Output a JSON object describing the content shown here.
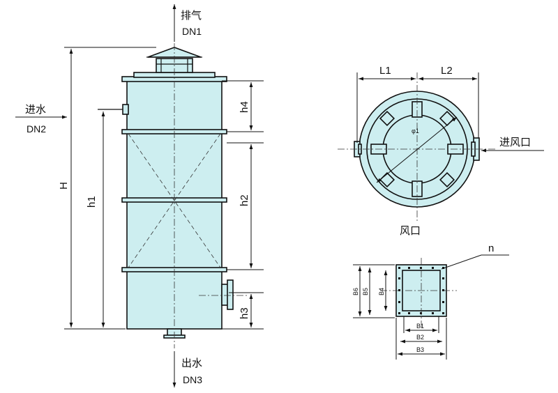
{
  "tower": {
    "exhaust_label": "排气",
    "exhaust_dn": "DN1",
    "water_in_label": "进水",
    "water_in_dn": "DN2",
    "water_out_label": "出水",
    "water_out_dn": "DN3",
    "dim_H": "H",
    "dim_h1": "h1",
    "dim_h2": "h2",
    "dim_h3": "h3",
    "dim_h4": "h4"
  },
  "plan_view": {
    "dim_L1": "L1",
    "dim_L2": "L2",
    "phi_label": "φ1",
    "air_inlet_label": "进风口",
    "caption": "风口"
  },
  "port_view": {
    "n_label": "n",
    "B1": "B1",
    "B2": "B2",
    "B3": "B3",
    "B4": "B4",
    "B5": "B5",
    "B6": "B6"
  }
}
